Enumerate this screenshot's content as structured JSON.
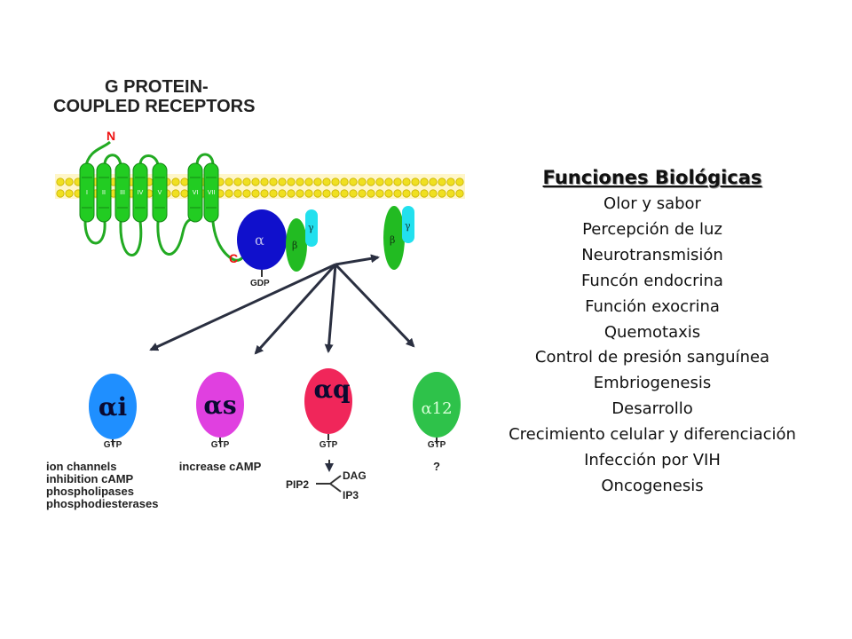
{
  "diagram": {
    "title_line1": "G PROTEIN-",
    "title_line2": "COUPLED RECEPTORS",
    "n_terminus": "N",
    "c_terminus": "C",
    "helices": [
      "I",
      "II",
      "III",
      "IV",
      "V",
      "VI",
      "VII"
    ],
    "gdp_label": "GDP",
    "alpha_label": "α",
    "beta_label": "β",
    "gamma_label": "γ",
    "subunits": [
      {
        "label": "αi",
        "gtp": "GTP",
        "effects": [
          "ion channels",
          "inhibition cAMP",
          "phospholipases",
          "phosphodiesterases"
        ],
        "color": "#1f8fff"
      },
      {
        "label": "αs",
        "gtp": "GTP",
        "effects": [
          "increase cAMP"
        ],
        "color": "#e040e0"
      },
      {
        "label": "αq",
        "gtp": "GTP",
        "effects": [],
        "color": "#f0265a"
      },
      {
        "label": "α12",
        "gtp": "GTP",
        "effects": [
          "?"
        ],
        "color": "#2ec24a"
      }
    ],
    "pip2": "PIP2",
    "dag": "DAG",
    "ip3": "IP3",
    "colors": {
      "helix": "#22cc22",
      "alpha_main": "#1010cc",
      "beta": "#22bb22",
      "gamma": "#22e0ee",
      "membrane": "#f0e020",
      "terminal": "#ee1111"
    }
  },
  "functions": {
    "title": "Funciones Biológicas",
    "items": [
      "Olor y sabor",
      "Percepción de luz",
      "Neurotransmisión",
      "Funcón endocrina",
      "Función exocrina",
      "Quemotaxis",
      "Control de presión sanguínea",
      "Embriogenesis",
      "Desarrollo",
      "Crecimiento celular y diferenciación",
      "Infección por VIH",
      "Oncogenesis"
    ]
  }
}
